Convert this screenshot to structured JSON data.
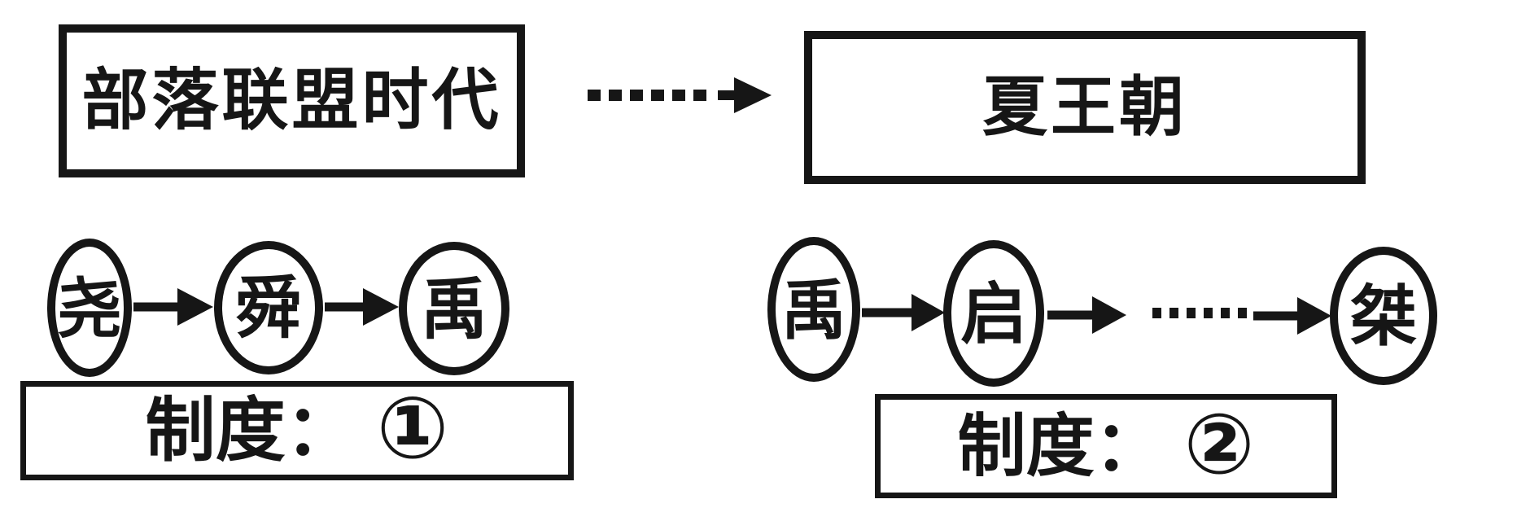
{
  "canvas": {
    "background": "#ffffff",
    "ink": "#161616"
  },
  "era_boxes": {
    "tribal_alliance": "部落联盟时代",
    "xia_dynasty": "夏王朝"
  },
  "transition_arrow": {
    "type": "dashed-arrow-right"
  },
  "tribal_sequence": {
    "leaders": [
      "尧",
      "舜",
      "禹"
    ],
    "connector": "solid-arrow-right",
    "system_box": {
      "prefix": "制度：",
      "number": "①"
    }
  },
  "xia_sequence": {
    "leaders": [
      "禹",
      "启",
      "桀"
    ],
    "ellipsis": "……",
    "connector": "solid-arrow-right",
    "system_box": {
      "prefix": "制度：",
      "number": "②"
    }
  }
}
